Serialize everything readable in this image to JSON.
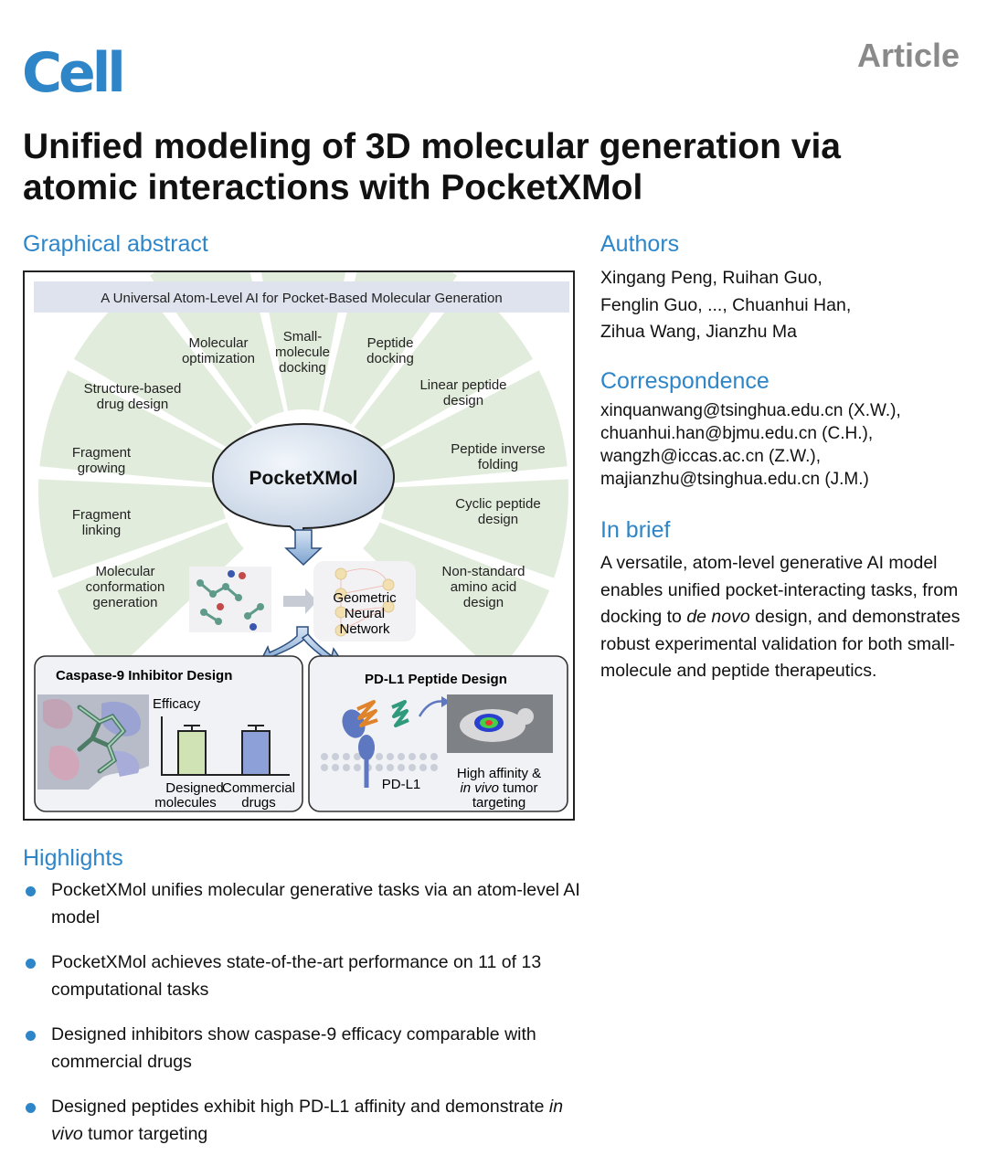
{
  "journal": "Cell",
  "article_type": "Article",
  "title": "Unified modeling of 3D molecular generation via atomic interactions with PocketXMol",
  "sections": {
    "graphical_abstract": "Graphical abstract",
    "authors": "Authors",
    "correspondence": "Correspondence",
    "in_brief": "In brief",
    "highlights": "Highlights"
  },
  "authors": [
    "Xingang Peng, Ruihan Guo,",
    "Fenglin Guo, ..., Chuanhui Han,",
    "Zihua Wang, Jianzhu Ma"
  ],
  "correspondence": [
    "xinquanwang@tsinghua.edu.cn (X.W.),",
    "chuanhui.han@bjmu.edu.cn (C.H.),",
    "wangzh@iccas.ac.cn (Z.W.),",
    "majianzhu@tsinghua.edu.cn (J.M.)"
  ],
  "in_brief": {
    "before": "A versatile, atom-level generative AI model enables unified pocket-interacting tasks, from docking to ",
    "italic": "de novo",
    "after": " design, and demonstrates robust experimental validation for both small-molecule and peptide therapeutics."
  },
  "highlights": [
    {
      "text": "PocketXMol unifies molecular generative tasks via an atom-level AI model",
      "italic": "",
      "after": ""
    },
    {
      "text": "PocketXMol achieves state-of-the-art performance on 11 of 13 computational tasks",
      "italic": "",
      "after": ""
    },
    {
      "text": "Designed inhibitors show caspase-9 efficacy comparable with commercial drugs",
      "italic": "",
      "after": ""
    },
    {
      "text": "Designed peptides exhibit high PD-L1 affinity and demonstrate ",
      "italic": "in vivo",
      "after": " tumor targeting"
    }
  ],
  "figure": {
    "banner": "A Universal Atom-Level AI for Pocket-Based Molecular Generation",
    "center": "PocketXMol",
    "tasks": [
      [
        "Molecular",
        "optimization"
      ],
      [
        "Small-",
        "molecule",
        "docking"
      ],
      [
        "Peptide",
        "docking"
      ],
      [
        "Linear peptide",
        "design"
      ],
      [
        "Peptide inverse",
        "folding"
      ],
      [
        "Cyclic peptide",
        "design"
      ],
      [
        "Non-standard",
        "amino acid",
        "design"
      ],
      [
        "Molecular",
        "conformation",
        "generation"
      ],
      [
        "Fragment",
        "linking"
      ],
      [
        "Fragment",
        "growing"
      ],
      [
        "Structure-based",
        "drug design"
      ]
    ],
    "gnn": [
      "Geometric",
      "Neural",
      "Network"
    ],
    "caspase_title": "Caspase-9 Inhibitor Design",
    "efficacy": "Efficacy",
    "bar_labels": [
      [
        "Designed",
        "molecules"
      ],
      [
        "Commercial",
        "drugs"
      ]
    ],
    "bar_colors": [
      "#cfe3b4",
      "#8ea0d8"
    ],
    "pdl1_title": "PD-L1 Peptide Design",
    "pdl1_label": "PD-L1",
    "affinity": [
      "High affinity &",
      "in vivo",
      " tumor",
      "targeting"
    ],
    "colors": {
      "accent": "#2e86c9",
      "fan": "#e2ecdc",
      "banner": "#dfe3ee",
      "center": "#dde6f2"
    }
  }
}
